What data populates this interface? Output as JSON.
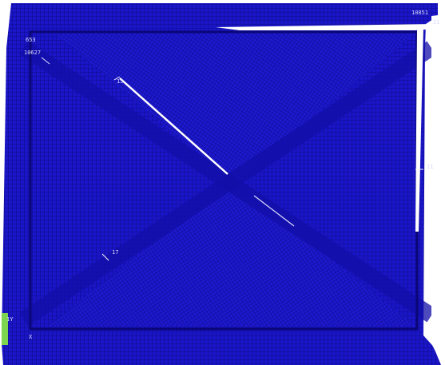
{
  "viewport": {
    "mesh_color": "#1a16c8",
    "line_color": "#0b0778",
    "frame_color": "#0e0aa6",
    "gap_color": "#ffffff",
    "support_color": "#7cd44f"
  },
  "labels": {
    "top_right_a": "10851",
    "top_right_b": "21",
    "left_upper_a": "653",
    "left_upper_b": "10627",
    "brace_upper": "15",
    "right_node": "11",
    "brace_lower": "17",
    "bottom_left_a": "1Y",
    "bottom_left_b": "X"
  }
}
